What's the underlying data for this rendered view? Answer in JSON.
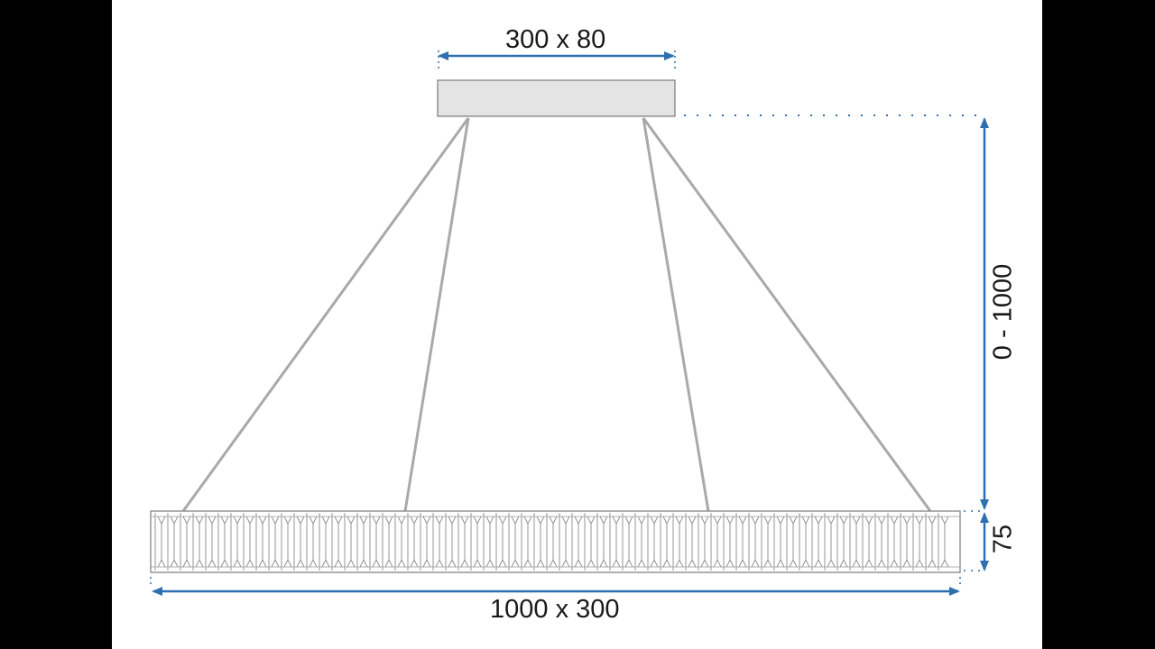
{
  "dimensions": {
    "canopy": "300 x 80",
    "ring": "1000 x 300",
    "suspension_height": "0 - 1000",
    "ring_height": "75"
  },
  "colors": {
    "dimension_line": "#2e6fb0",
    "wire": "#a9a9a9",
    "outline": "#7a7a7a",
    "canopy_fill": "#e4e4e4",
    "background": "#ffffff",
    "border": "#000000"
  }
}
